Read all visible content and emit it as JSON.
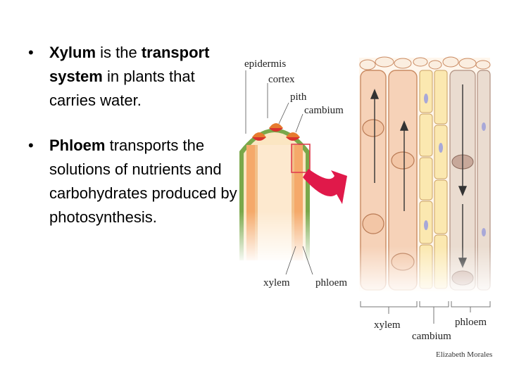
{
  "bullets": [
    {
      "parts": [
        {
          "text": "Xylum",
          "bold": true
        },
        {
          "text": " is the ",
          "bold": false
        },
        {
          "text": "transport system",
          "bold": true
        },
        {
          "text": " in plants that carries water.",
          "bold": false
        }
      ]
    },
    {
      "parts": [
        {
          "text": "Phloem",
          "bold": true
        },
        {
          "text": " transports the solutions of nutrients and carbohydrates produced by photosynthesis.",
          "bold": false
        }
      ]
    }
  ],
  "stem_labels": {
    "epidermis": "epidermis",
    "cortex": "cortex",
    "pith": "pith",
    "cambium": "cambium",
    "xylem": "xylem",
    "phloem": "phloem"
  },
  "tissue_labels": {
    "xylem": "xylem",
    "cambium": "cambium",
    "phloem": "phloem"
  },
  "credit": "Elizabeth Morales",
  "colors": {
    "cell_fill": "#f6d2b8",
    "cell_stroke": "#c98a62",
    "cambium_fill": "#fbe8b0",
    "phloem_fill": "#eadcd0",
    "arrow": "#e0194a",
    "highlight": "#e04050"
  }
}
